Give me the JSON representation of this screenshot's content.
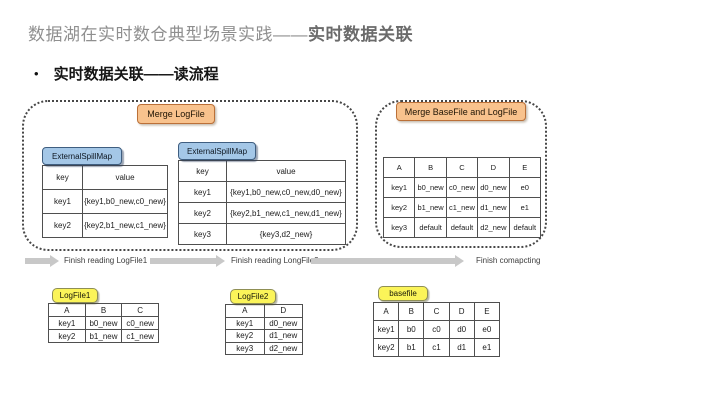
{
  "slide": {
    "title_gray": "数据湖在实时数仓典型场景实践——",
    "title_bold": "实时数据关联",
    "bullet": "•",
    "subtitle": "实时数据关联——读流程"
  },
  "labels": {
    "merge_logfile": "Merge LogFile",
    "merge_basefile": "Merge BaseFile and LogFile"
  },
  "spillmap1": {
    "tab": "ExternalSpillMap",
    "headers": [
      "key",
      "value"
    ],
    "rows": [
      [
        "key1",
        "{key1,b0_new,c0_new}"
      ],
      [
        "key2",
        "{key2,b1_new,c1_new}"
      ]
    ]
  },
  "spillmap2": {
    "tab": "ExternalSpillMap",
    "headers": [
      "key",
      "value"
    ],
    "rows": [
      [
        "key1",
        "{key1,b0_new,c0_new,d0_new}"
      ],
      [
        "key2",
        "{key2,b1_new,c1_new,d1_new}"
      ],
      [
        "key3",
        "{key3,d2_new}"
      ]
    ]
  },
  "merged_table": {
    "headers": [
      "A",
      "B",
      "C",
      "D",
      "E"
    ],
    "rows": [
      [
        "key1",
        "b0_new",
        "c0_new",
        "d0_new",
        "e0"
      ],
      [
        "key2",
        "b1_new",
        "c1_new",
        "d1_new",
        "e1"
      ],
      [
        "key3",
        "default",
        "default",
        "d2_new",
        "default"
      ]
    ]
  },
  "timeline": {
    "steps": [
      "Finish reading LogFile1",
      "Finish reading LongFile2",
      "Finish comapcting"
    ]
  },
  "logfile1": {
    "tab": "LogFile1",
    "headers": [
      "A",
      "B",
      "C"
    ],
    "rows": [
      [
        "key1",
        "b0_new",
        "c0_new"
      ],
      [
        "key2",
        "b1_new",
        "c1_new"
      ]
    ]
  },
  "logfile2": {
    "tab": "LogFile2",
    "headers": [
      "A",
      "D"
    ],
    "rows": [
      [
        "key1",
        "d0_new"
      ],
      [
        "key2",
        "d1_new"
      ],
      [
        "key3",
        "d2_new"
      ]
    ]
  },
  "basefile": {
    "tab": "basefile",
    "headers": [
      "A",
      "B",
      "C",
      "D",
      "E"
    ],
    "rows": [
      [
        "key1",
        "b0",
        "c0",
        "d0",
        "e0"
      ],
      [
        "key2",
        "b1",
        "c1",
        "d1",
        "e1"
      ]
    ]
  },
  "colors": {
    "label_orange": "#f8c28d",
    "label_orange_border": "#bb7038",
    "tab_blue": "#a4c7e7",
    "tab_blue_border": "#3f5e80",
    "tab_yellow": "#fbf459",
    "tab_yellow_border": "#8f8f55",
    "arrow_gray": "#c8c8c8",
    "title_gray": "#8f8f8f",
    "title_dark": "#6b6b6b"
  }
}
